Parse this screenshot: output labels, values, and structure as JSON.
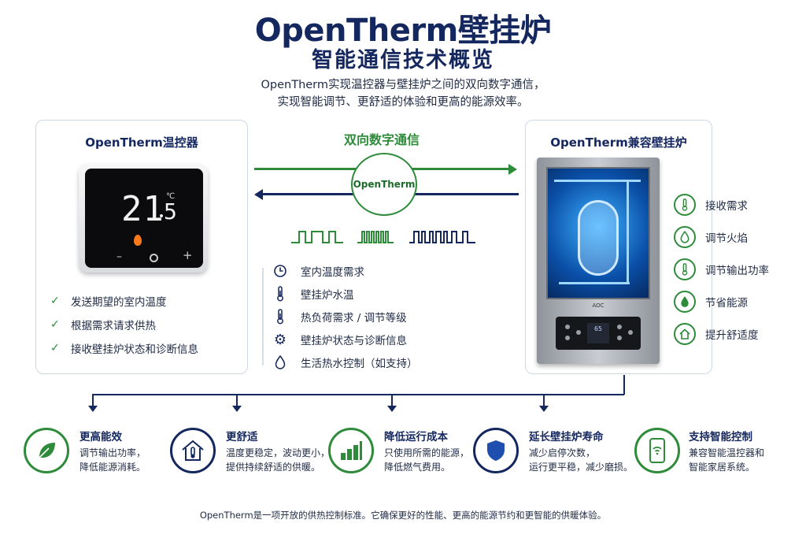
{
  "header": {
    "title_line1": "OpenTherm壁挂炉",
    "title_line2": "智能通信技术概览",
    "intro_line1": "OpenTherm实现温控器与壁挂炉之间的双向数字通信，",
    "intro_line2": "实现智能调节、更舒适的体验和更高的能源效率。"
  },
  "thermostat_card": {
    "title": "OpenTherm温控器",
    "display_temp": "21",
    "display_decimal": "5",
    "display_unit": "℃",
    "buttons": [
      "–",
      "+"
    ],
    "checks": [
      "发送期望的室内温度",
      "根据需求请求供热",
      "接收壁挂炉状态和诊断信息"
    ]
  },
  "communication": {
    "title": "双向数字通信",
    "badge": "OpenTherm",
    "data_items": [
      {
        "icon": "clock-icon",
        "label": "室内温度需求"
      },
      {
        "icon": "thermometer-icon",
        "label": "壁挂炉水温"
      },
      {
        "icon": "thermometer-icon",
        "label": "热负荷需求 / 调节等级"
      },
      {
        "icon": "gear-icon",
        "label": "壁挂炉状态与诊断信息"
      },
      {
        "icon": "droplet-icon",
        "label": "生活热水控制（如支持）"
      }
    ]
  },
  "boiler_card": {
    "title": "OpenTherm兼容壁挂炉",
    "brand": "AOC",
    "display": "65",
    "features": [
      {
        "icon": "thermometer-icon",
        "label": "接收需求"
      },
      {
        "icon": "flame-icon",
        "label": "调节火焰"
      },
      {
        "icon": "thermometer-icon",
        "label": "调节输出功率"
      },
      {
        "icon": "leaf-drop-icon",
        "label": "节省能源"
      },
      {
        "icon": "home-icon",
        "label": "提升舒适度"
      }
    ]
  },
  "benefits": [
    {
      "icon": "leaf-icon",
      "title": "更高能效",
      "desc1": "调节输出功率，",
      "desc2": "降低能源消耗。",
      "color": "#2e8b3a"
    },
    {
      "icon": "home-thermometer-icon",
      "title": "更舒适",
      "desc1": "温度更稳定，波动更小，",
      "desc2": "提供持续舒适的供暖。",
      "color": "#14275e"
    },
    {
      "icon": "bar-chart-icon",
      "title": "降低运行成本",
      "desc1": "只使用所需的能源，",
      "desc2": "降低燃气费用。",
      "color": "#2e8b3a"
    },
    {
      "icon": "shield-icon",
      "title": "延长壁挂炉寿命",
      "desc1": "减少启停次数，",
      "desc2": "运行更平稳，减少磨损。",
      "color": "#14275e"
    },
    {
      "icon": "smartphone-wifi-icon",
      "title": "支持智能控制",
      "desc1": "兼容智能温控器和",
      "desc2": "智能家居系统。",
      "color": "#2e8b3a"
    }
  ],
  "footer": "OpenTherm是一项开放的供热控制标准。它确保更好的性能、更高的能源节约和更智能的供暖体验。",
  "colors": {
    "navy": "#14275e",
    "green": "#2e8b3a"
  }
}
